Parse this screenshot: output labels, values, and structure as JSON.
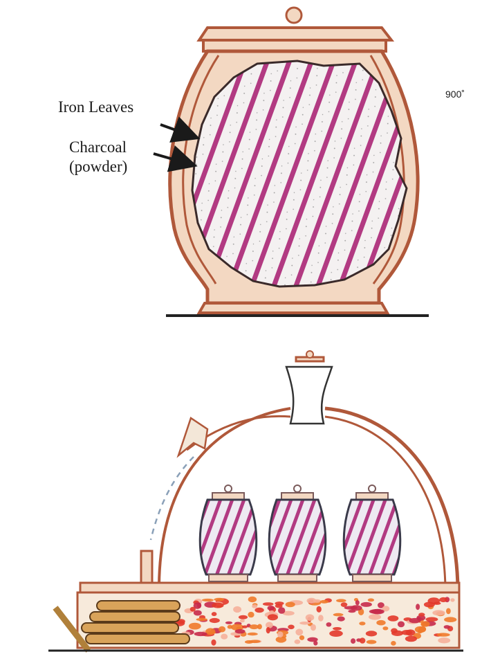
{
  "labels": {
    "iron_leaves": "Iron Leaves",
    "charcoal": "Charcoal",
    "powder": "(powder)",
    "temperature": "900˚"
  },
  "colors": {
    "clay_outline": "#b0583a",
    "clay_fill": "#f3d8c2",
    "stripe": "#b23a82",
    "powder_fill": "#f2f2f2",
    "ember_red": "#e2382a",
    "ember_orange": "#f07a2a",
    "wood": "#d9a35a",
    "ground": "#222222"
  },
  "icons": {
    "pointer_upper": "arrow-icon",
    "pointer_lower": "arrow-icon"
  }
}
